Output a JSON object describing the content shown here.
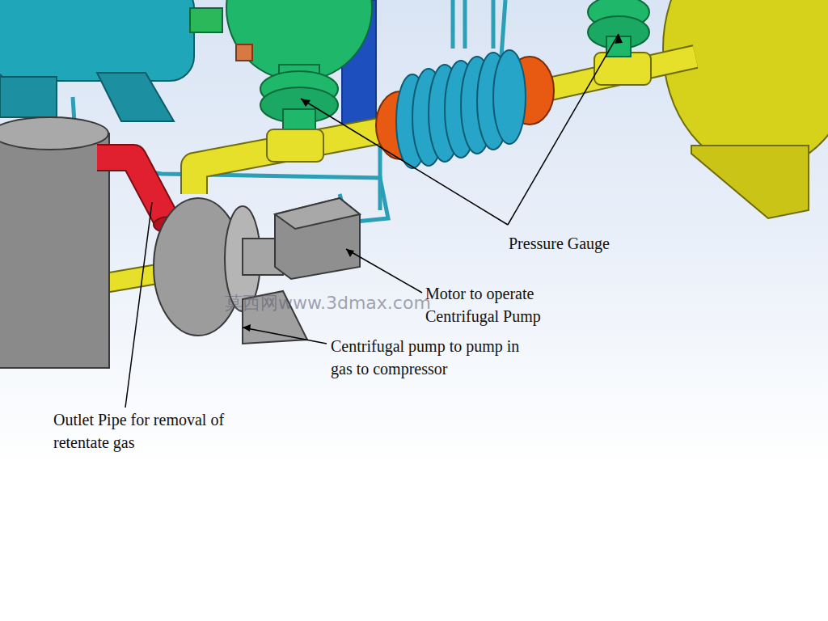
{
  "diagram": {
    "labels": [
      "Pressure Gauge",
      "Motor to operate Centrifugal Pump",
      "Centrifugal pump to pump in gas to compressor",
      "Outlet Pipe for removal of retentate gas",
      "莫西网www.3dmax.com"
    ]
  }
}
